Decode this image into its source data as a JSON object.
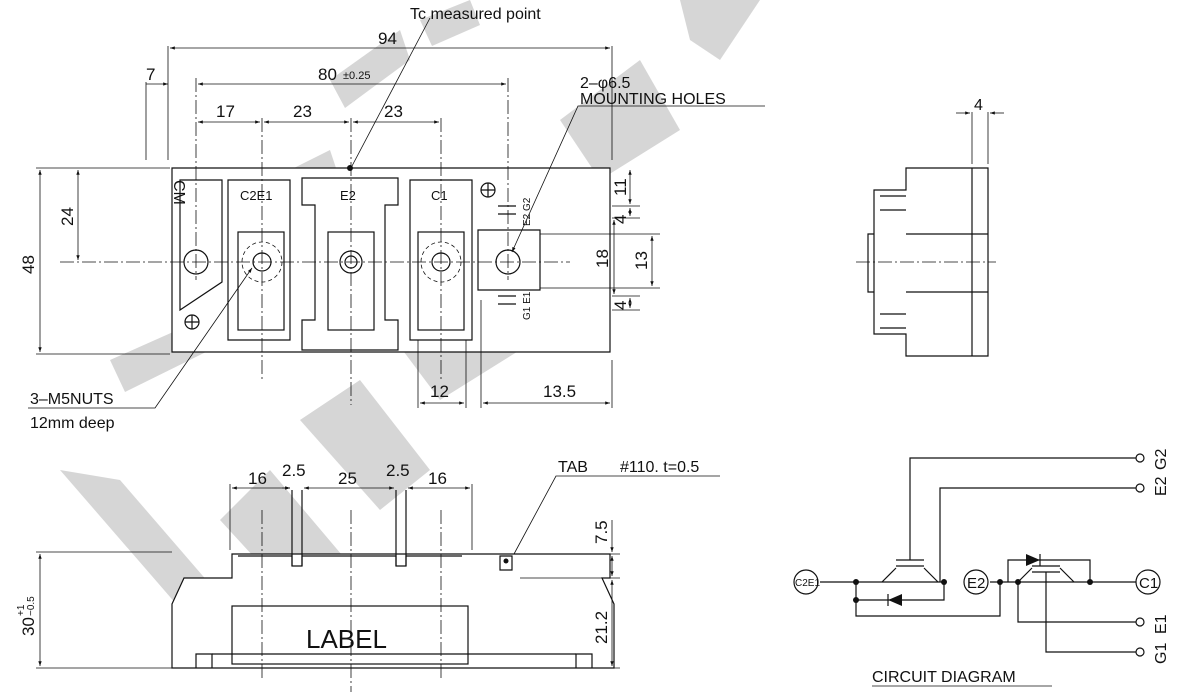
{
  "top_view": {
    "tc_point": "Tc measured point",
    "dim_94": "94",
    "dim_7": "7",
    "dim_80": "80",
    "dim_80_tol": "±0.25",
    "dim_17": "17",
    "dim_23a": "23",
    "dim_23b": "23",
    "mounting_count": "2–φ6.5",
    "mounting_holes": "MOUNTING HOLES",
    "label_cm": "CM",
    "term_c2e1": "C2E1",
    "term_e2": "E2",
    "term_c1": "C1",
    "gate_e2g2": "E2 G2",
    "gate_g1e1": "G1 E1",
    "dim_24": "24",
    "dim_48": "48",
    "dim_11": "11",
    "dim_4a": "4",
    "dim_18": "18",
    "dim_13": "13",
    "dim_4b": "4",
    "dim_12": "12",
    "dim_13_5": "13.5",
    "nuts": "3–M5NUTS",
    "nuts_depth": "12mm deep"
  },
  "side_view": {
    "dim_4": "4"
  },
  "front_view": {
    "dim_16a": "16",
    "dim_2_5a": "2.5",
    "dim_25": "25",
    "dim_2_5b": "2.5",
    "dim_16b": "16",
    "tab": "TAB",
    "tab_spec": "#110. t=0.5",
    "dim_7_5": "7.5",
    "dim_21_2": "21.2",
    "dim_30": "30",
    "dim_30_tol_plus": "+1",
    "dim_30_tol_minus": "−0.5",
    "label": "LABEL"
  },
  "circuit": {
    "title": "CIRCUIT DIAGRAM",
    "n_c2e1": "C2E1",
    "n_e2": "E2",
    "n_c1": "C1",
    "t_g2": "G2",
    "t_e2": "E2",
    "t_e1": "E1",
    "t_g1": "G1"
  }
}
